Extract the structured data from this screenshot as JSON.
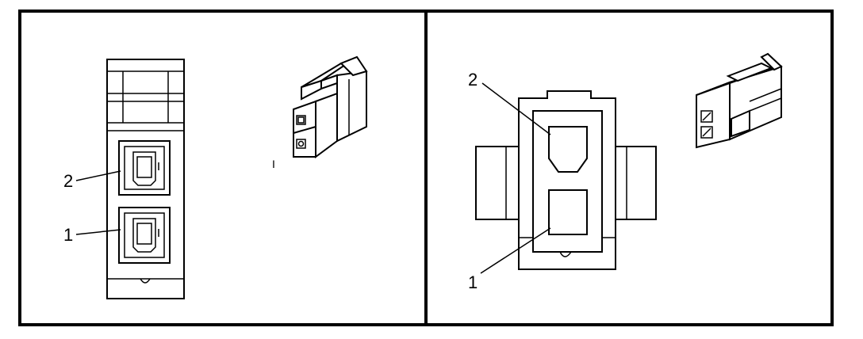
{
  "panels": [
    {
      "callouts": [
        {
          "text": "2"
        },
        {
          "text": "1"
        }
      ],
      "stray_mark": "I"
    },
    {
      "callouts": [
        {
          "text": "2"
        },
        {
          "text": "1"
        }
      ]
    }
  ],
  "colors": {
    "line": "#000000",
    "background": "#ffffff"
  }
}
